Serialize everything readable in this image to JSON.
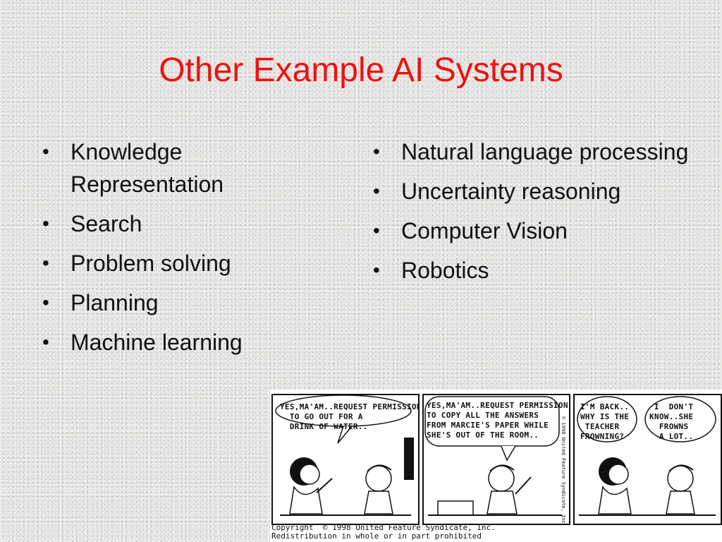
{
  "title": "Other Example AI Systems",
  "left_bullets": [
    "Knowledge Representation",
    "Search",
    "Problem solving",
    "Planning",
    "Machine learning"
  ],
  "right_bullets": [
    "Natural language processing",
    "Uncertainty reasoning",
    "Computer Vision",
    "Robotics"
  ],
  "bullet_glyph": "•",
  "comic": {
    "panel1_text": "YES,MA'AM..REQUEST PERMISSION\n  TO GO OUT FOR A\n  DRINK OF WATER..",
    "panel2_text": "YES,MA'AM..REQUEST PERMISSION\nTO COPY ALL THE ANSWERS\nFROM MARCIE'S PAPER WHILE\nSHE'S OUT OF THE ROOM..",
    "panel3_text_a": "I'M BACK..\nWHY IS THE\n TEACHER\nFROWNING?",
    "panel3_text_b": " I  DON'T\nKNOW..SHE\n  FROWNS\n  A LOT..",
    "side_credit": "© 1998 United Feature Syndicate, Inc.",
    "copyright": "Copyright  © 1998 United Feature Syndicate, Inc.\nRedistribution in whole or in part prohibited"
  }
}
